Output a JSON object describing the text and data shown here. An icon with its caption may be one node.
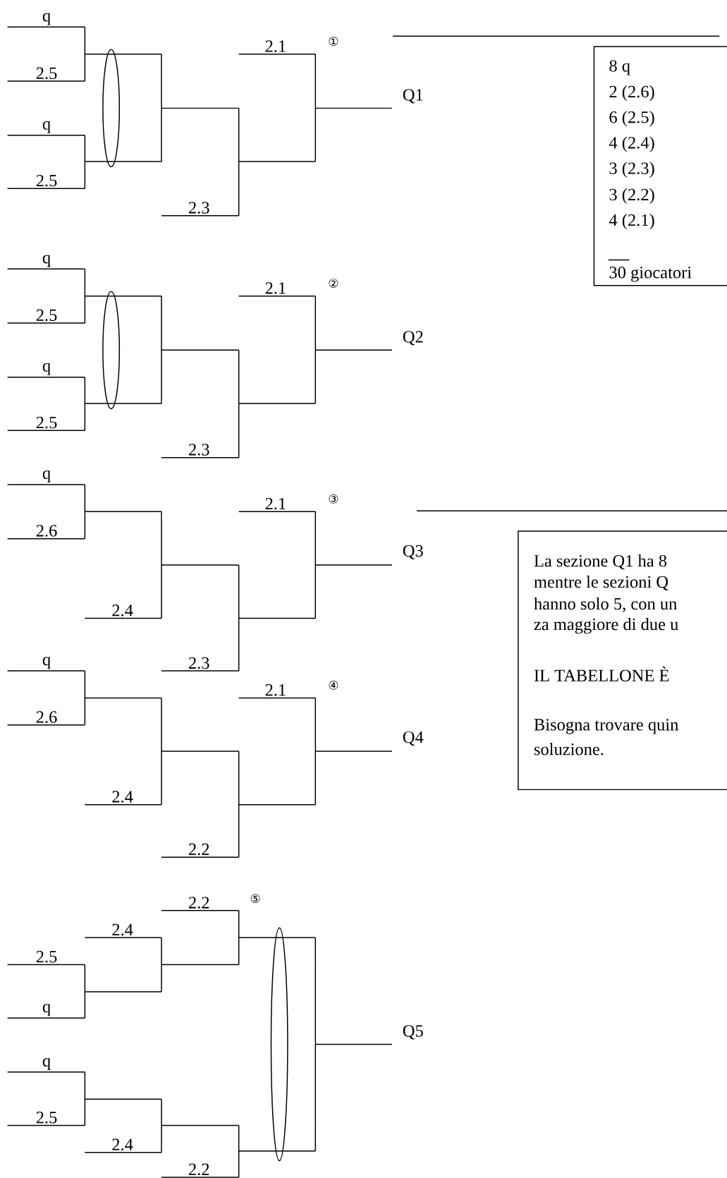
{
  "diagram": {
    "nodes": [
      {
        "text": [
          "8 q",
          "2 (2.6)",
          "6 (2.5)",
          "4 (2.4)",
          "3 (2.3)",
          "3 (2.2)",
          "4 (2.1)",
          "30 giocatori"
        ]
      },
      {
        "text": [
          "La sezione Q1 ha 8",
          "mentre le sezioni Q",
          "hanno solo 5, con un",
          "za maggiore di due u",
          "IL TABELLONE È",
          "Bisogna trovare quin",
          "soluzione."
        ]
      }
    ],
    "labels": [
      "q",
      "2.1",
      "①",
      "2.5",
      "Q1",
      "q",
      "2.5",
      "2.3",
      "q",
      "2.1",
      "②",
      "2.5",
      "Q2",
      "q",
      "2.5",
      "2.3",
      "q",
      "2.1",
      "③",
      "2.6",
      "Q3",
      "2.4",
      "q",
      "2.3",
      "2.1",
      "④",
      "2.6",
      "Q4",
      "2.4",
      "2.2",
      "2.2",
      "⑤",
      "2.4",
      "2.5",
      "q",
      "Q5",
      "q",
      "2.5",
      "2.4",
      "2.2"
    ]
  }
}
